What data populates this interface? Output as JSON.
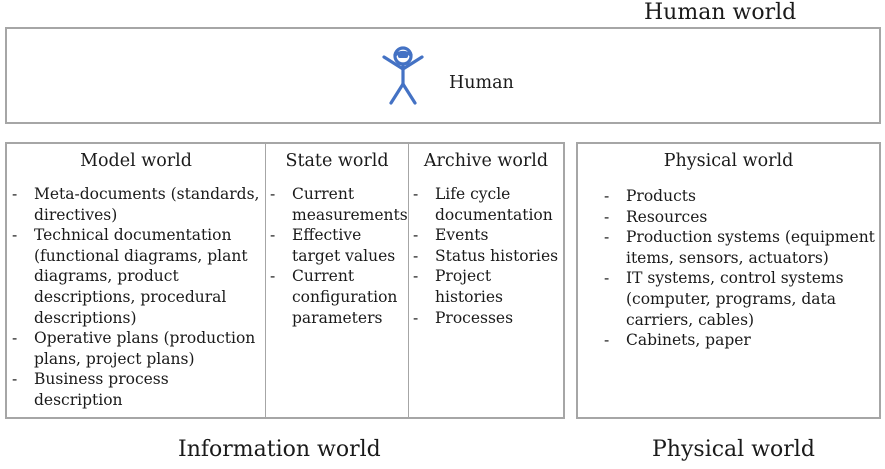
{
  "human_world": {
    "title": "Human world",
    "human_label": "Human",
    "icon": "human-figure-icon",
    "icon_color": "#4472c4"
  },
  "information_world": {
    "title": "Information world",
    "model_world": {
      "title": "Model world",
      "items": [
        "Meta-documents (standards, directives)",
        "Technical documentation (functional diagrams, plant diagrams, product descriptions, procedural descriptions)",
        "Operative plans (production plans, project plans)",
        "Business process description"
      ]
    },
    "state_world": {
      "title": "State world",
      "items": [
        "Current measurements",
        "Effective target values",
        "Current configuration parameters"
      ]
    },
    "archive_world": {
      "title": "Archive world",
      "items": [
        "Life cycle documentation",
        "Events",
        "Status histories",
        "Project histories",
        "Processes"
      ]
    }
  },
  "physical_world": {
    "title": "Physical world",
    "box_title": "Physical world",
    "items": [
      "Products",
      "Resources",
      "Production systems (equipment items, sensors, actuators)",
      "IT systems, control systems (computer, programs, data carriers, cables)",
      "Cabinets, paper"
    ]
  },
  "colors": {
    "border": "#a6a6a6",
    "icon": "#4472c4",
    "text": "#1a1a1a"
  }
}
